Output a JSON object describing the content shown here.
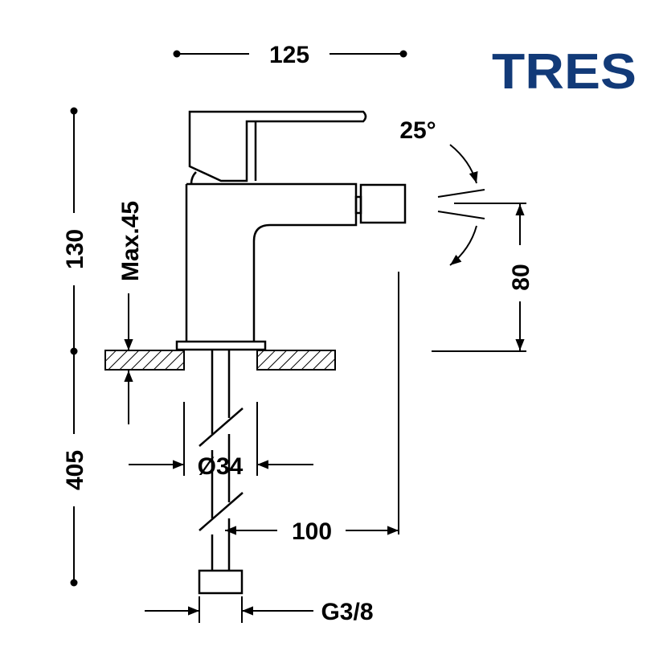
{
  "brand": {
    "logo_text": "TRES",
    "color": "#123a78"
  },
  "dimensions": {
    "width_top": "125",
    "height_upper": "130",
    "height_lower": "405",
    "max_thickness": "Max.45",
    "spout_height": "80",
    "spout_angle": "25°",
    "hole_diameter": "Ø34",
    "spout_reach": "100",
    "connection": "G3/8"
  }
}
